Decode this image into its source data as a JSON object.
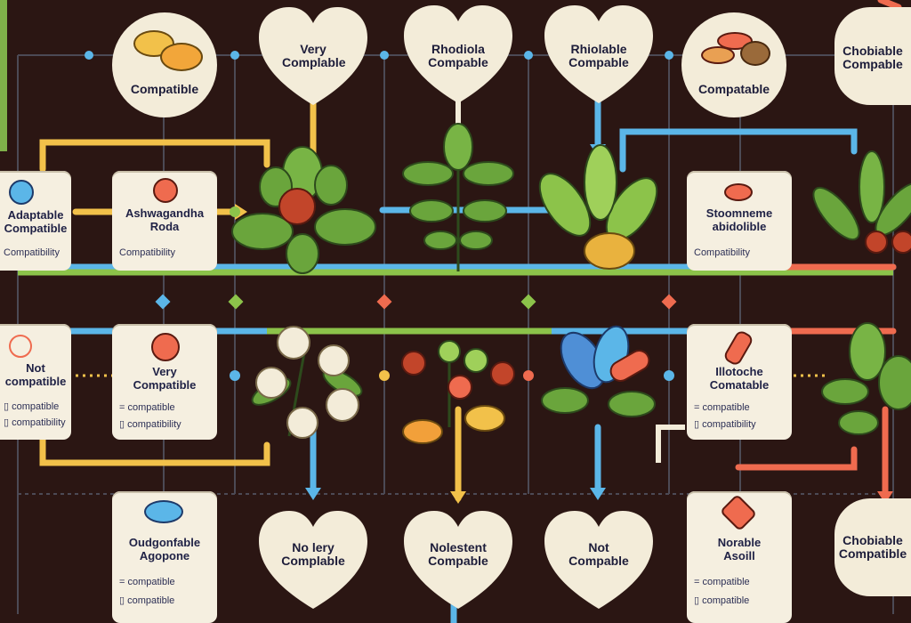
{
  "hearts_top": [
    {
      "label": "Very Complable"
    },
    {
      "label": "Rhodiola Compable"
    },
    {
      "label": "Rhiolable Compable"
    }
  ],
  "circles_top": [
    {
      "label": "Compatible"
    },
    {
      "label": "Compatable"
    }
  ],
  "top_right_partial": {
    "label": "Chobiable Compable"
  },
  "cards_row1": [
    {
      "title": "Ashwagandha Roda",
      "sub": "Compatibility"
    },
    {
      "title": "Stoomneme abidolible",
      "sub": "Compatibility"
    }
  ],
  "card_left_row1": {
    "title": "Adaptable Compatible",
    "sub": "Compatibility"
  },
  "cards_row2": [
    {
      "title": "Very Compatible",
      "sub1": "= compatible",
      "sub2": "▯ compatibility"
    },
    {
      "title": "Illotoche Comatable",
      "sub1": "= compatible",
      "sub2": "▯ compatibility"
    }
  ],
  "card_left_row2": {
    "title": "Not compatible",
    "sub1": "▯ compatible",
    "sub2": "▯ compatibility"
  },
  "cards_row3": [
    {
      "title": "Oudgonfable Agopone",
      "sub1": "= compatible",
      "sub2": "▯ compatible"
    },
    {
      "title": "Norable Asoill",
      "sub1": "= compatible",
      "sub2": "▯ compatible"
    }
  ],
  "hearts_bottom": [
    {
      "label": "No lery Complable"
    },
    {
      "label": "Nolestent Compable"
    },
    {
      "label": "Not Compable"
    }
  ],
  "bottom_right_partial": {
    "label": "Chobiable Compatible"
  },
  "colors": {
    "background": "#2b1613",
    "yellow": "#f2c14a",
    "blue": "#5bb6e8",
    "green": "#8cc34a",
    "red": "#ef6b4f",
    "cream": "#f3ecd9"
  }
}
